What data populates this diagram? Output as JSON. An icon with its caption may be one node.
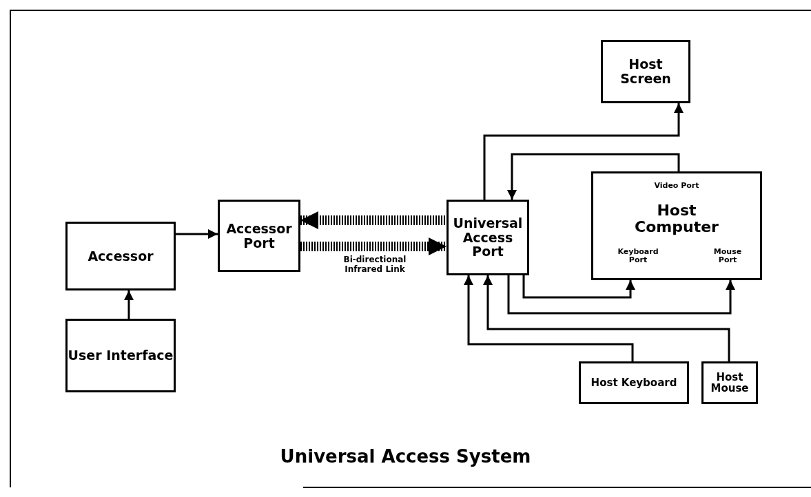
{
  "diagram": {
    "title": "Universal Access System",
    "nodes": [
      {
        "text": [
          "Accessor"
        ]
      },
      {
        "text": [
          "Accessor Port"
        ]
      },
      {
        "text": [
          "Universal Access Port"
        ]
      },
      {
        "text": [
          "Host Screen"
        ]
      },
      {
        "text": [
          "Video Port",
          "Host Computer",
          "Keyboard Port",
          "Mouse Port"
        ]
      },
      {
        "text": [
          "User Interface"
        ]
      },
      {
        "text": [
          "Host Keyboard"
        ]
      },
      {
        "text": [
          "Host Mouse"
        ]
      }
    ],
    "edges": [
      {
        "from": 0,
        "to": 1,
        "arrow": "to"
      },
      {
        "from": 5,
        "to": 0,
        "arrow": "to"
      },
      {
        "from": 2,
        "to": 1,
        "arrow": "to",
        "style": "thick"
      },
      {
        "from": 1,
        "to": 2,
        "arrow": "to",
        "style": "thick",
        "label": "Bi-directional Infrared Link"
      },
      {
        "from": 2,
        "to": 3,
        "arrow": "to"
      },
      {
        "from": 4,
        "to": 2,
        "arrow": "to"
      },
      {
        "from": 2,
        "to": 4,
        "arrow": "to"
      },
      {
        "from": 2,
        "to": 4,
        "arrow": "to"
      },
      {
        "from": 6,
        "to": 2,
        "arrow": "to"
      },
      {
        "from": 7,
        "to": 2,
        "arrow": "to"
      }
    ]
  }
}
